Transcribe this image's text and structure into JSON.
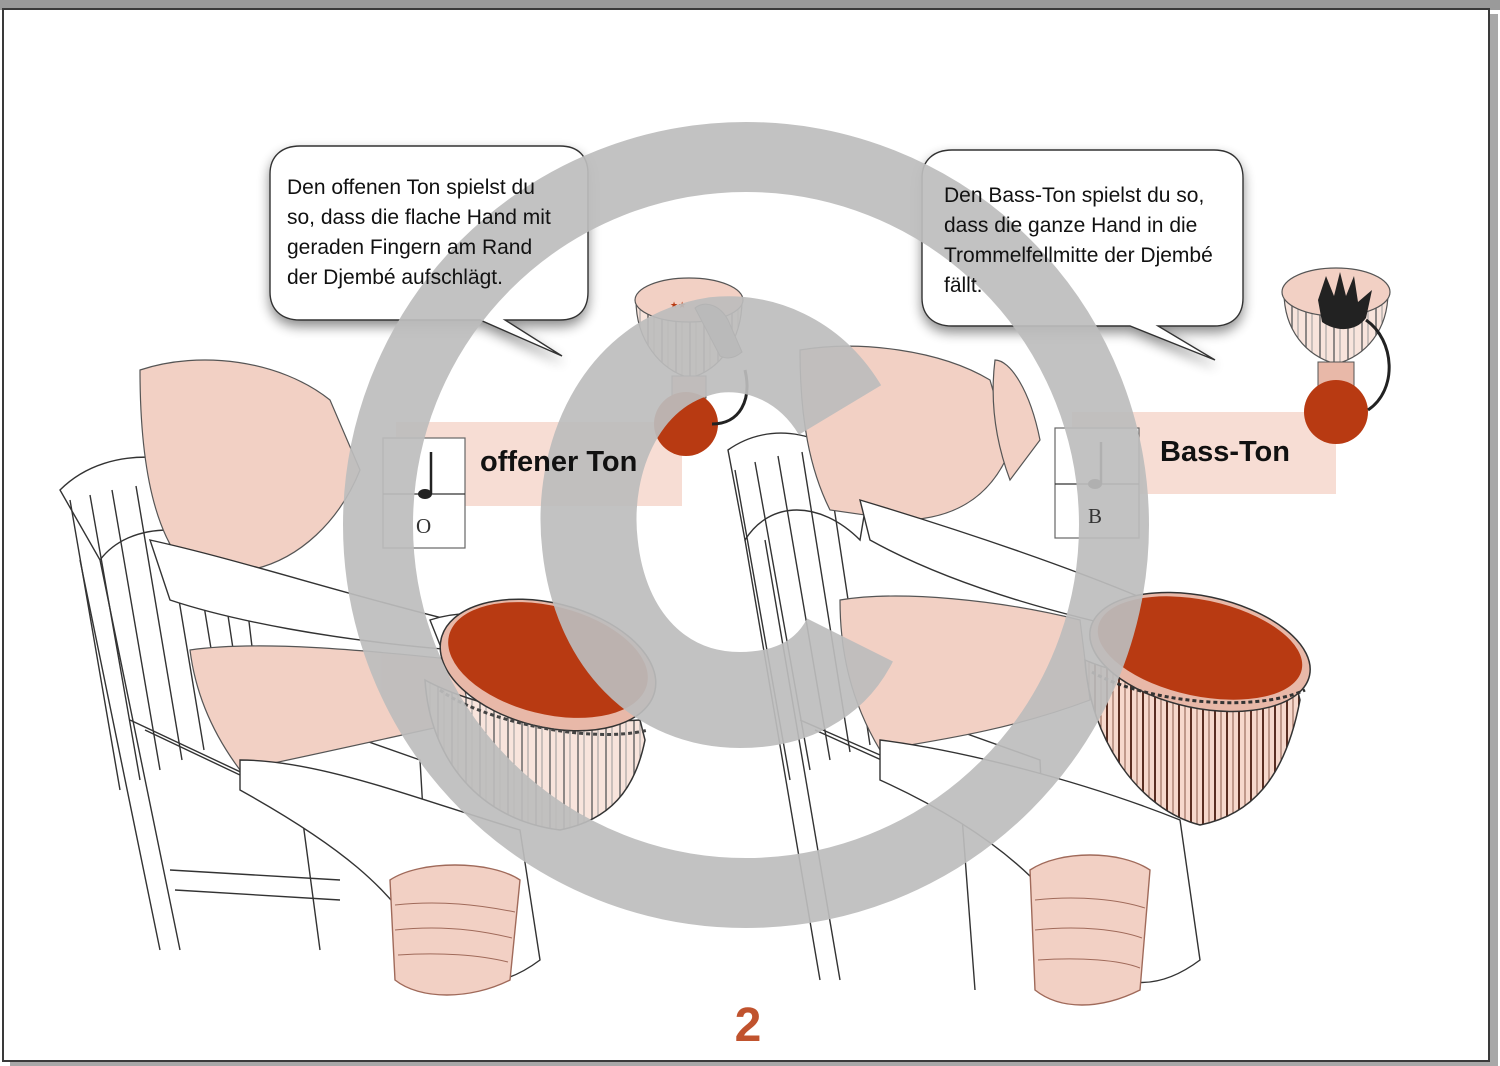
{
  "left_panel": {
    "bubble_text": "Den offenen Ton spielst du\nso, dass die flache Hand mit\ngeraden Fingern am Rand\nder Djembé aufschlägt.",
    "label": "offener Ton",
    "note_letter": "O"
  },
  "right_panel": {
    "bubble_text": "Den Bass-Ton spielst du so,\ndass die ganze Hand in die\nTrommelfellmitte der Djembé\nfällt.",
    "label": "Bass-Ton",
    "note_letter": "B"
  },
  "page_number": "2",
  "colors": {
    "drum_head": "#b83a12",
    "skin_tint": "#f2d0c4",
    "label_band": "#f7ddd4",
    "watermark": "#bdbdbd",
    "page_number": "#c0532e"
  },
  "icons": {
    "watermark": "copyright-icon",
    "hand_open": "open-hand-icon",
    "hand_bass": "bass-hand-icon"
  }
}
